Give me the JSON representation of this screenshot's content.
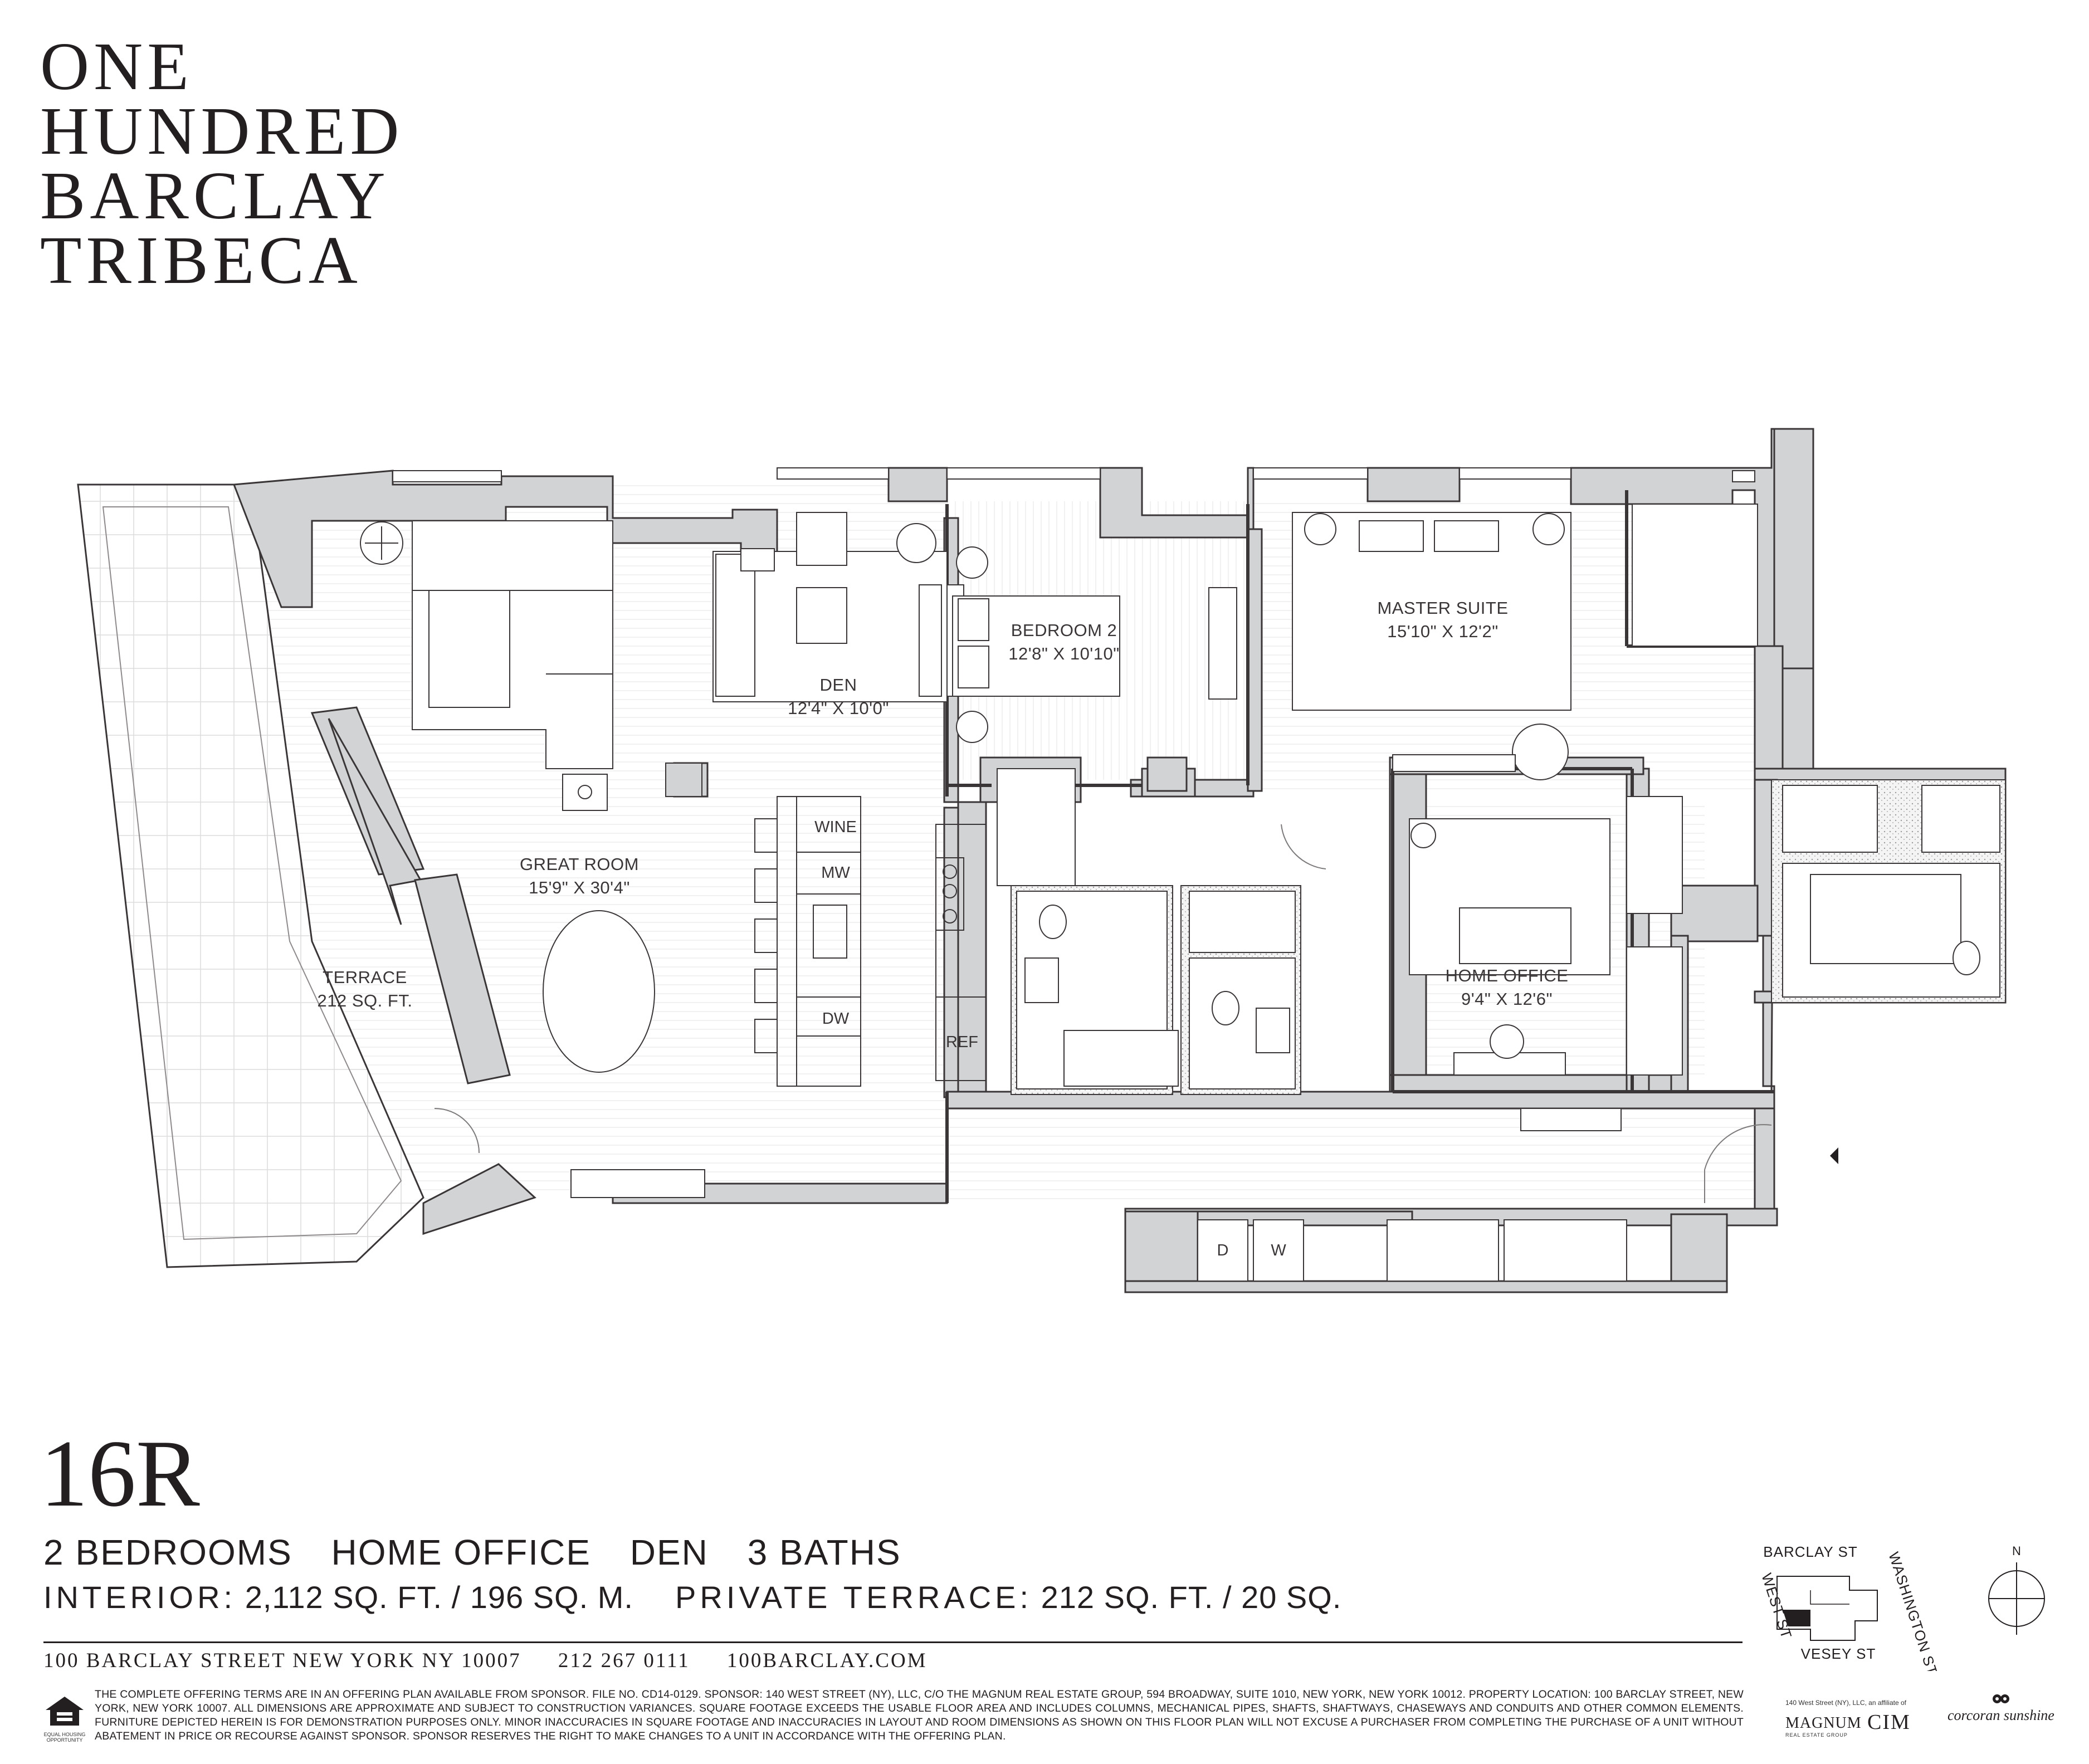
{
  "title": {
    "line1": "ONE",
    "line2": "HUNDRED",
    "line3": "BARCLAY",
    "line4": "TRIBECA"
  },
  "rooms": {
    "great_room": {
      "name": "GREAT ROOM",
      "dims": "15'9\" X 30'4\""
    },
    "den": {
      "name": "DEN",
      "dims": "12'4\" X 10'0\""
    },
    "bedroom2": {
      "name": "BEDROOM 2",
      "dims": "12'8\" X 10'10\""
    },
    "master_suite": {
      "name": "MASTER SUITE",
      "dims": "15'10\" X 12'2\""
    },
    "home_office": {
      "name": "HOME OFFICE",
      "dims": "9'4\" X 12'6\""
    },
    "terrace": {
      "name": "TERRACE",
      "dims": "212 SQ. FT."
    }
  },
  "fixtures": {
    "wine": "WINE",
    "mw": "MW",
    "dw": "DW",
    "ref": "REF",
    "dryer": "D",
    "washer": "W"
  },
  "unit": {
    "number": "16R",
    "summary": [
      "2 BEDROOMS",
      "HOME OFFICE",
      "DEN",
      "3 BATHS"
    ],
    "interior_label": "INTERIOR:",
    "interior_value": "2,112 SQ. FT. / 196 SQ. M.",
    "terrace_label": "PRIVATE TERRACE:",
    "terrace_value": "212 SQ. FT. / 20 SQ."
  },
  "contact": {
    "address": "100 BARCLAY STREET  NEW YORK NY 10007",
    "phone": "212 267 0111",
    "web": "100BARCLAY.COM"
  },
  "disclaimer": "THE COMPLETE OFFERING TERMS ARE IN AN OFFERING PLAN AVAILABLE FROM SPONSOR. FILE NO. CD14-0129. SPONSOR: 140 WEST STREET (NY), LLC, C/O THE MAGNUM REAL ESTATE GROUP, 594 BROADWAY, SUITE 1010, NEW YORK, NEW YORK 10012. PROPERTY LOCATION: 100 BARCLAY STREET, NEW YORK, NEW YORK 10007. ALL DIMENSIONS ARE APPROXIMATE AND SUBJECT TO CONSTRUCTION VARIANCES. SQUARE FOOTAGE EXCEEDS THE USABLE FLOOR AREA AND INCLUDES COLUMNS, MECHANICAL PIPES, SHAFTS, SHAFTWAYS, CHASEWAYS AND CONDUITS AND OTHER COMMON ELEMENTS. FURNITURE DEPICTED HEREIN IS FOR DEMONSTRATION PURPOSES ONLY. MINOR INACCURACIES IN SQUARE FOOTAGE AND INACCURACIES IN LAYOUT AND ROOM DIMENSIONS AS SHOWN ON THIS FLOOR PLAN WILL NOT EXCUSE A PURCHASER FROM COMPLETING THE PURCHASE OF A UNIT WITHOUT ABATEMENT IN PRICE OR RECOURSE AGAINST SPONSOR. SPONSOR RESERVES THE RIGHT TO MAKE CHANGES TO A UNIT IN ACCORDANCE WITH THE OFFERING PLAN.",
  "key_plan": {
    "north": "BARCLAY ST",
    "east": "WASHINGTON ST",
    "south": "VESEY ST",
    "west": "WEST ST"
  },
  "compass": {
    "label": "N"
  },
  "logos": {
    "equal_housing": "EQUAL HOUSING OPPORTUNITY",
    "affiliate": "140 West Street (NY), LLC, an affiliate of",
    "magnum": "MAGNUM",
    "magnum_sub": "REAL ESTATE GROUP",
    "cim": "CIM",
    "corcoran": "corcoran sunshine"
  },
  "colors": {
    "wall": "#d1d3d4",
    "wall_stroke": "#3a3638",
    "ink": "#231f20",
    "floor_line": "#e6e7e8"
  }
}
